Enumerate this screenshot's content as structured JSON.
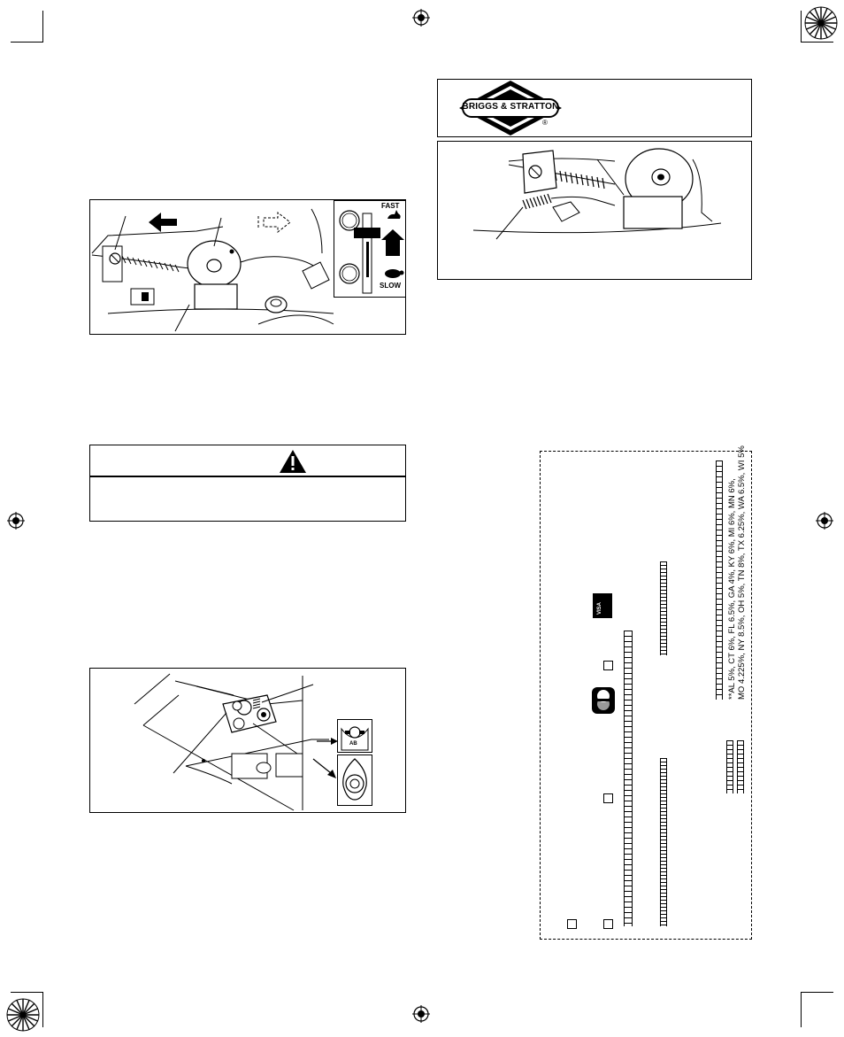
{
  "logo": {
    "brand_text": "BRIGGS & STRATTON",
    "registered_mark": "®"
  },
  "figure_throttle": {
    "fast_label": "FAST",
    "slow_label": "SLOW"
  },
  "figure_carb": {
    "cap_label": "AB"
  },
  "order_form": {
    "tax_line_1": "**AL 5%, CT 6%, FL 6.5%, GA 4%, KY 6%, MI 6%, MN 6%,",
    "tax_line_2": "MO 4.225%, NY 8.5%, OH 5%, TN 8%, TX 6.25%, WA 6.5%, WI 5%",
    "card_label": "VISA"
  },
  "colors": {
    "ink": "#000000",
    "paper": "#ffffff",
    "gray": "#888888"
  }
}
